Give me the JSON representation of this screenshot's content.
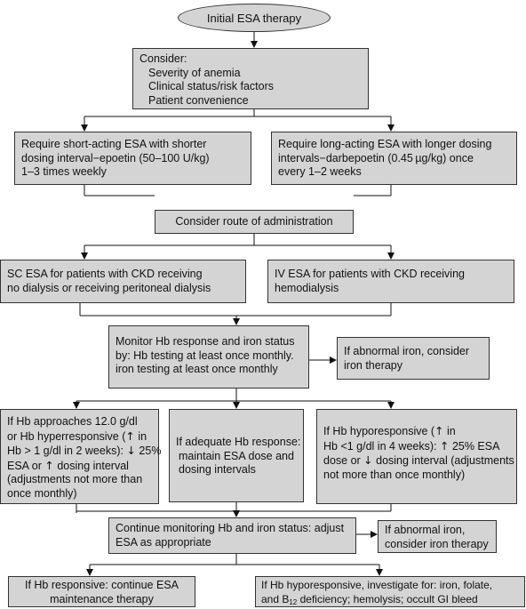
{
  "start": {
    "label": "Initial ESA therapy"
  },
  "consider": {
    "heading": "Consider:",
    "items": [
      "Severity of anemia",
      "Clinical status/risk factors",
      "Patient convenience"
    ]
  },
  "short_acting": {
    "lines": [
      "Require short-acting ESA with shorter",
      "dosing interval−epoetin (50–100 U/kg)",
      "1–3 times weekly"
    ]
  },
  "long_acting": {
    "lines": [
      "Require long-acting ESA with longer dosing",
      "intervals−darbepoetin (0.45 µg/kg) once",
      "every 1–2 weeks"
    ]
  },
  "route": {
    "label": "Consider route of administration"
  },
  "sc_esa": {
    "lines": [
      "SC ESA for patients with CKD receiving",
      "no dialysis or receiving peritoneal dialysis"
    ]
  },
  "iv_esa": {
    "lines": [
      "IV ESA for patients with CKD receiving",
      "hemodialysis"
    ]
  },
  "monitor": {
    "lines": [
      "Monitor Hb response and iron status",
      "by:  Hb testing at least once monthly.",
      "iron testing at least once monthly"
    ]
  },
  "abnormal_iron_1": {
    "lines": [
      "If abnormal iron, consider",
      "iron therapy"
    ]
  },
  "hb_approaches": {
    "line1": "If Hb approaches 12.0 g/dl",
    "line2a": "or Hb hyperresponsive (",
    "line2_arrow": "↑",
    "line2b": " in",
    "line3a": "Hb > 1 g/dl in 2 weeks):  ",
    "line3_arrow": "↓",
    "line3b": " 25%",
    "line4a": "ESA or ",
    "line4_arrow": "↑",
    "line4b": " dosing interval",
    "line5": "(adjustments not more than",
    "line6": "once monthly)"
  },
  "adequate": {
    "lines": [
      "If adequate Hb response:",
      "maintain ESA dose and",
      "dosing intervals"
    ]
  },
  "hyporesponsive": {
    "line1a": "If Hb hyporesponsive (",
    "line1_arrow": "↑",
    "line1b": " in",
    "line2a": "Hb <1 g/dl in 4 weeks): ",
    "line2_arrow": "↑",
    "line2b": " 25% ESA",
    "line3a": "dose or ",
    "line3_arrow": "↓",
    "line3b": " dosing interval (adjustments",
    "line4": "not more than once monthly)"
  },
  "continue_monitoring": {
    "lines": [
      "Continue monitoring Hb and iron status:  adjust",
      "ESA as appropriate"
    ]
  },
  "abnormal_iron_2": {
    "lines": [
      "If abnormal iron,",
      "consider iron therapy"
    ]
  },
  "responsive": {
    "lines": [
      "If Hb responsive:  continue ESA",
      "maintenance therapy"
    ]
  },
  "investigate": {
    "line1": "If Hb hyporesponsive, investigate for: iron, folate,",
    "line2a": "and B",
    "line2_sub": "12",
    "line2b": "  deficiency; hemolysis;   occult GI bleed"
  },
  "colors": {
    "box_fill": "#d4d4d4",
    "line": "#111111"
  }
}
